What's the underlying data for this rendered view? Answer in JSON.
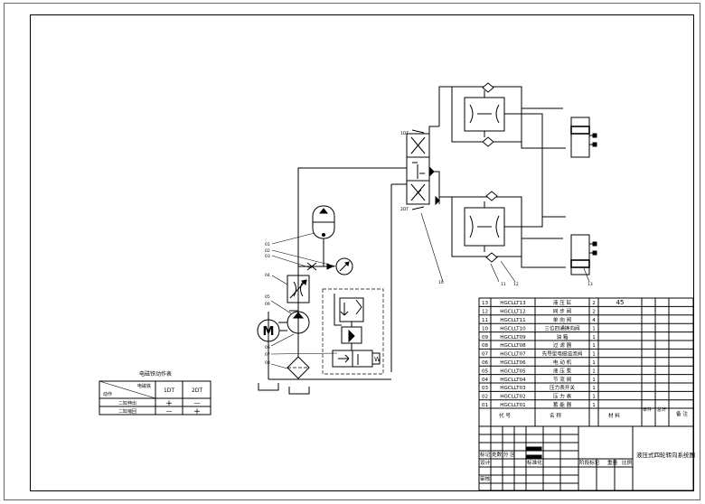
{
  "callouts": [
    "1DT",
    "2DT",
    "01",
    "02",
    "03",
    "04",
    "05",
    "06",
    "07",
    "08",
    "09",
    "10",
    "11",
    "12",
    "13",
    "W"
  ],
  "actuation_table": {
    "title": "电磁铁动作表",
    "corner_top": "电磁铁",
    "corner_bottom": "动作",
    "col1": "1DT",
    "col2": "2DT",
    "rows": [
      {
        "action": "二缸伸出",
        "c1": "+",
        "c2": "—"
      },
      {
        "action": "二缸缩回",
        "c1": "—",
        "c2": "+"
      }
    ]
  },
  "bom": [
    {
      "no": "13",
      "code": "HGCLLT13",
      "name": "液 压 缸",
      "qty": "2",
      "material": "45"
    },
    {
      "no": "12",
      "code": "HGCLLT12",
      "name": "同 步 阀",
      "qty": "2",
      "material": ""
    },
    {
      "no": "11",
      "code": "HGCLLT11",
      "name": "单 向 阀",
      "qty": "4",
      "material": ""
    },
    {
      "no": "10",
      "code": "HGCLLT10",
      "name": "三位四通换向阀",
      "qty": "1",
      "material": ""
    },
    {
      "no": "09",
      "code": "HGCLLT09",
      "name": "油 箱",
      "qty": "1",
      "material": ""
    },
    {
      "no": "08",
      "code": "HGCLLT08",
      "name": "过 滤 器",
      "qty": "1",
      "material": ""
    },
    {
      "no": "07",
      "code": "HGCLLT07",
      "name": "先导型电磁溢流阀",
      "qty": "1",
      "material": ""
    },
    {
      "no": "06",
      "code": "HGCLLT06",
      "name": "电 动 机",
      "qty": "1",
      "material": ""
    },
    {
      "no": "05",
      "code": "HGCLLT05",
      "name": "液 压 泵",
      "qty": "1",
      "material": ""
    },
    {
      "no": "04",
      "code": "HGCLLT04",
      "name": "节 流 阀",
      "qty": "1",
      "material": ""
    },
    {
      "no": "03",
      "code": "HGCLLT03",
      "name": "压力表开关",
      "qty": "1",
      "material": ""
    },
    {
      "no": "02",
      "code": "HGCLLT02",
      "name": "压 力 表",
      "qty": "1",
      "material": ""
    },
    {
      "no": "01",
      "code": "HGCLLT01",
      "name": "蓄 能 器",
      "qty": "1",
      "material": ""
    }
  ],
  "bom_header": {
    "no": "代 号",
    "name": "名 称",
    "material": "材 料",
    "unit_weight": "单件",
    "total_weight": "总计",
    "note": "备 注"
  },
  "title_block": {
    "drawing_title": "液压式四轮转向系统图",
    "revision_labels": "标记 处数 分 区",
    "design": "设计",
    "standard": "标准化",
    "review": "审核",
    "stage_mark": "阶段标记",
    "weight": "重量",
    "scale": "比例"
  }
}
